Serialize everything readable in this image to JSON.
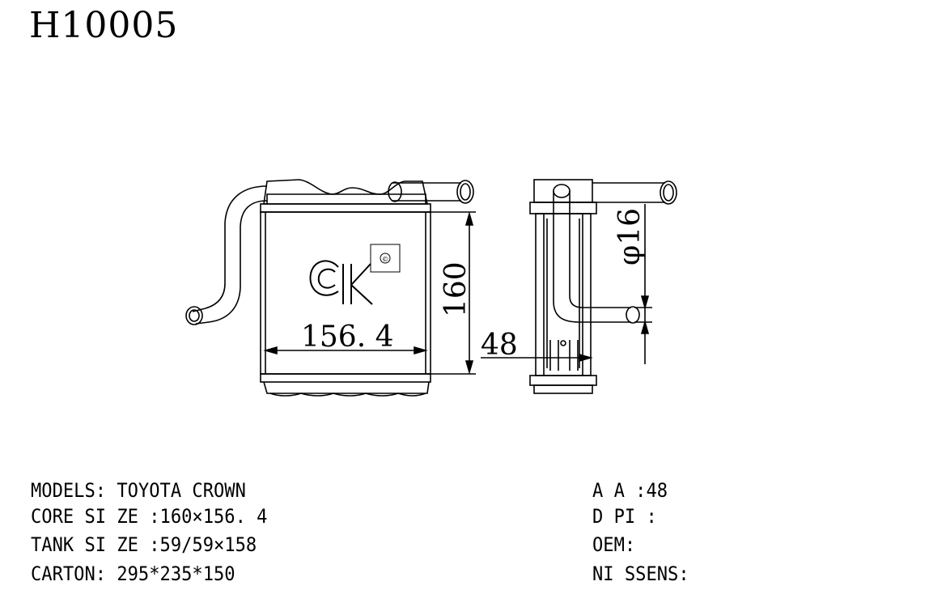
{
  "title": "H10005",
  "dimensions": {
    "core_width": "156. 4",
    "core_height": "160",
    "depth": "48",
    "pipe_diameter": "φ16"
  },
  "logo_mark": "©",
  "specs_left": [
    "MODELS: TOYOTA CROWN",
    "CORE SI ZE :160×156. 4",
    "TANK SI ZE :59/59×158",
    "CARTON: 295*235*150"
  ],
  "specs_right": [
    "A A :48",
    "D PI :",
    "OEM:",
    "NI SSENS:"
  ]
}
